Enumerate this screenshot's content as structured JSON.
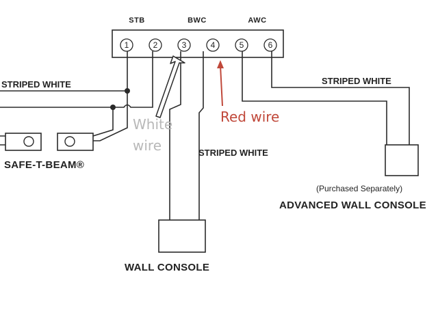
{
  "terminal_block": {
    "group_labels": [
      "STB",
      "BWC",
      "AWC"
    ],
    "terminals": [
      "1",
      "2",
      "3",
      "4",
      "5",
      "6"
    ]
  },
  "labels": {
    "striped_white_left": "STRIPED WHITE",
    "striped_white_middle": "STRIPED WHITE",
    "striped_white_right": "STRIPED WHITE",
    "safe_t_beam": "SAFE-T-BEAM®",
    "wall_console": "WALL CONSOLE",
    "purchased_separately": "(Purchased Separately)",
    "advanced_wall_console": "ADVANCED WALL CONSOLE"
  },
  "annotations": {
    "white_wire_line1": "White",
    "white_wire_line2": "wire",
    "red_wire": "Red wire"
  },
  "colors": {
    "line": "#2a2a2a",
    "white_annotation": "#b8b8b8",
    "red_annotation": "#c0483a"
  }
}
